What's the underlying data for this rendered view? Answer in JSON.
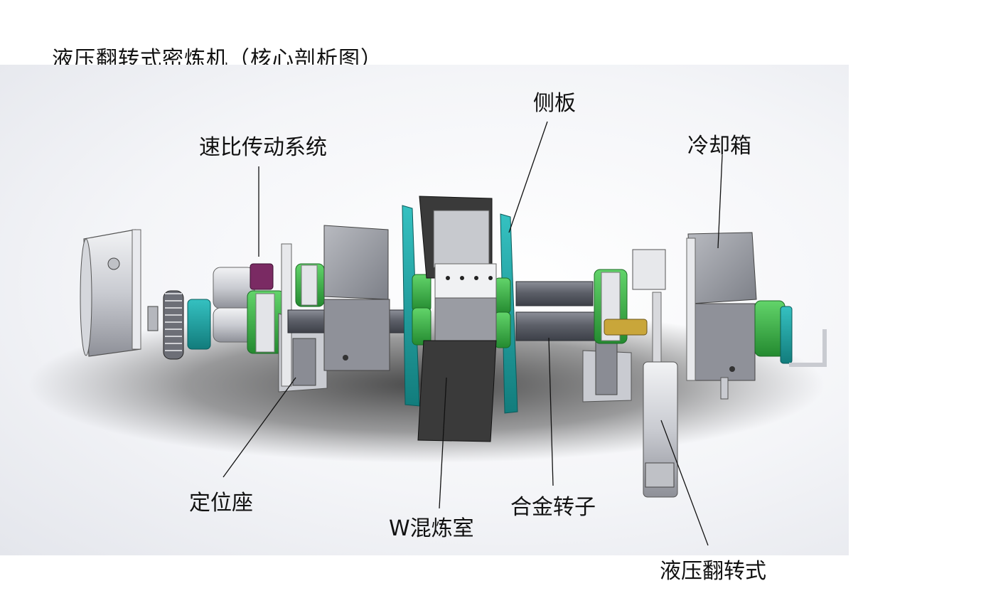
{
  "title": "液压翻转式密炼机（核心剖析图）",
  "labels": {
    "side_plate": "侧板",
    "drive_system": "速比传动系统",
    "cooling_box": "冷却箱",
    "positioning_seat": "定位座",
    "alloy_rotor": "合金转子",
    "mixing_chamber": "W混炼室",
    "hydraulic_flip": "液压翻转式"
  },
  "colors": {
    "teal": "#1aa3a3",
    "green": "#3db84a",
    "dark_panel": "#3a3a3a",
    "metal_light": "#e6e7ea",
    "metal_mid": "#9a9ca3",
    "metal_dark": "#5b5e66",
    "gear_purple": "#7a2a63",
    "brass": "#c9a63a"
  }
}
